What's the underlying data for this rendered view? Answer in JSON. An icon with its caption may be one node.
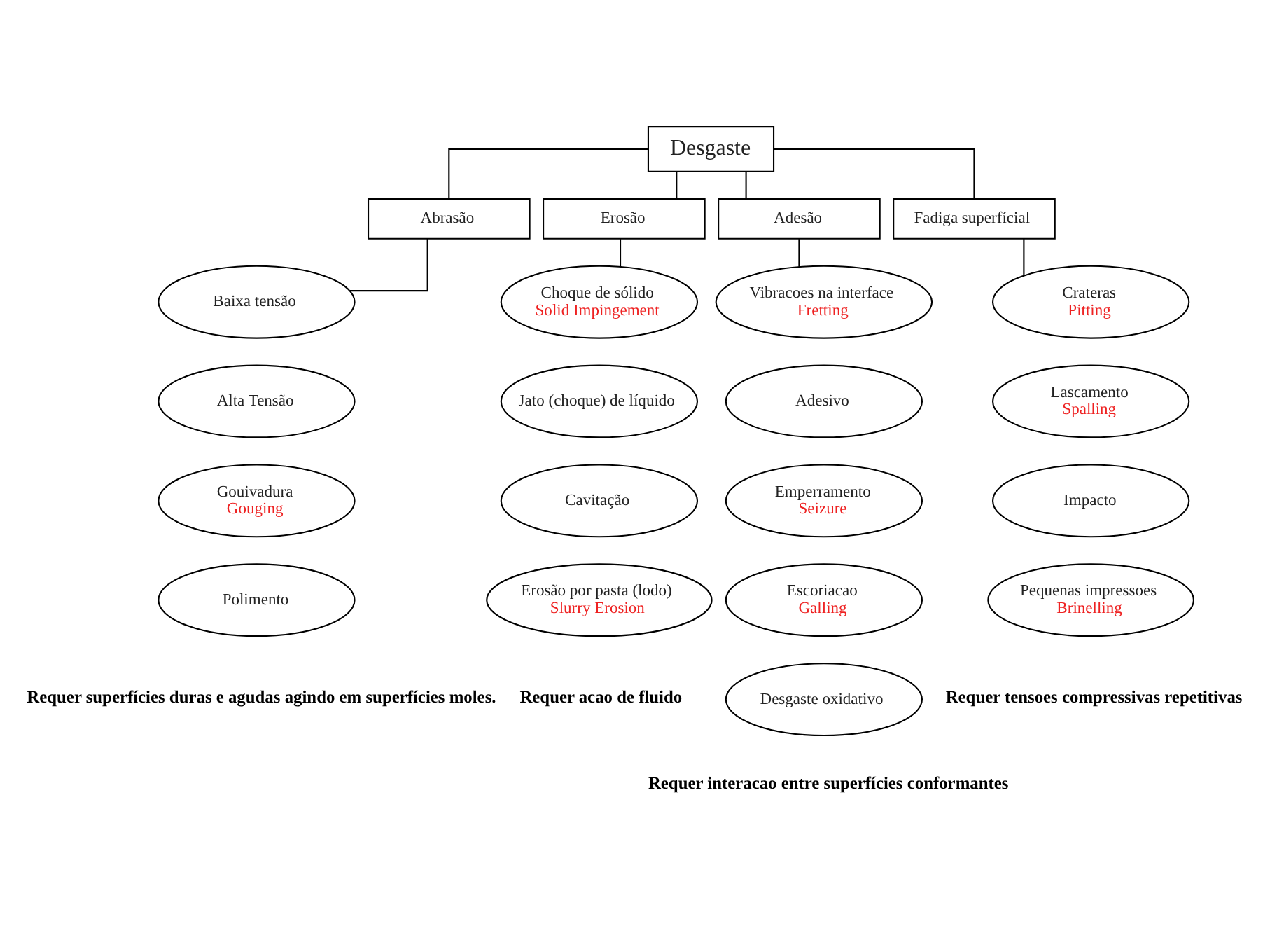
{
  "diagram": {
    "nodes": [
      {
        "text": [
          "Desgaste"
        ]
      },
      {
        "text": [
          "Abrasão"
        ]
      },
      {
        "text": [
          "Erosão"
        ]
      },
      {
        "text": [
          "Adesão"
        ]
      },
      {
        "text": [
          "Fadiga superfícial"
        ]
      },
      {
        "text": [
          "Baixa tensão"
        ]
      },
      {
        "text": [
          "Choque de sólido",
          "Solid Impingement"
        ]
      },
      {
        "text": [
          "Vibracoes na interface",
          "Fretting"
        ]
      },
      {
        "text": [
          "Crateras",
          "Pitting"
        ]
      },
      {
        "text": [
          "Alta Tensão"
        ]
      },
      {
        "text": [
          "Jato (choque) de líquido"
        ]
      },
      {
        "text": [
          "Adesivo"
        ]
      },
      {
        "text": [
          "Lascamento",
          "Spalling"
        ]
      },
      {
        "text": [
          "Gouivadura",
          "Gouging"
        ]
      },
      {
        "text": [
          "Cavitação"
        ]
      },
      {
        "text": [
          "Emperramento",
          "Seizure"
        ]
      },
      {
        "text": [
          "Impacto"
        ]
      },
      {
        "text": [
          "Polimento"
        ]
      },
      {
        "text": [
          "Erosão por pasta (lodo)",
          "Slurry Erosion"
        ]
      },
      {
        "text": [
          "Escoriacao",
          "Galling"
        ]
      },
      {
        "text": [
          "Pequenas impressoes",
          "Brinelling"
        ]
      },
      {
        "text": [
          "Desgaste oxidativo"
        ]
      }
    ],
    "edges": [
      {
        "from": 0,
        "to": 1,
        "arrow": "none"
      },
      {
        "from": 0,
        "to": 2,
        "arrow": "none"
      },
      {
        "from": 0,
        "to": 3,
        "arrow": "none"
      },
      {
        "from": 0,
        "to": 4,
        "arrow": "none"
      },
      {
        "from": 1,
        "to": 5,
        "arrow": "none"
      },
      {
        "from": 2,
        "to": 6,
        "arrow": "none"
      },
      {
        "from": 3,
        "to": 7,
        "arrow": "none"
      },
      {
        "from": 4,
        "to": 8,
        "arrow": "none"
      }
    ],
    "labels": [
      "Requer superfícies duras e agudas agindo em superfícies moles.",
      "Requer acao de fluido",
      "Requer interacao entre superfícies conformantes",
      "Requer tensoes compressivas repetitivas"
    ]
  }
}
